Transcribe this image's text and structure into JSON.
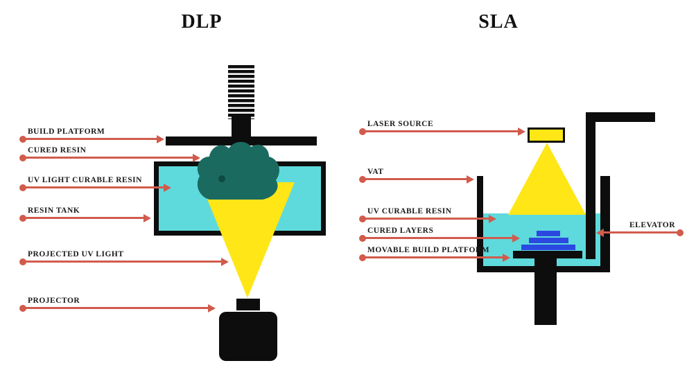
{
  "diagram": {
    "colors": {
      "arrow_red": "#D15B4C",
      "resin_cyan": "#5EDADD",
      "cured_resin_teal": "#1B6A60",
      "uv_yellow": "#FFE616",
      "cured_layers_blue": "#2B49E0",
      "structure_black": "#0D0D0D"
    },
    "dlp": {
      "title": "DLP",
      "labels": [
        "BUILD PLATFORM",
        "CURED RESIN",
        "UV LIGHT CURABLE RESIN",
        "RESIN TANK",
        "PROJECTED UV LIGHT",
        "PROJECTOR"
      ]
    },
    "sla": {
      "title": "SLA",
      "labels": [
        "LASER SOURCE",
        "VAT",
        "UV CURABLE RESIN",
        "CURED LAYERS",
        "MOVABLE BUILD PLATFORM",
        "ELEVATOR"
      ]
    }
  }
}
